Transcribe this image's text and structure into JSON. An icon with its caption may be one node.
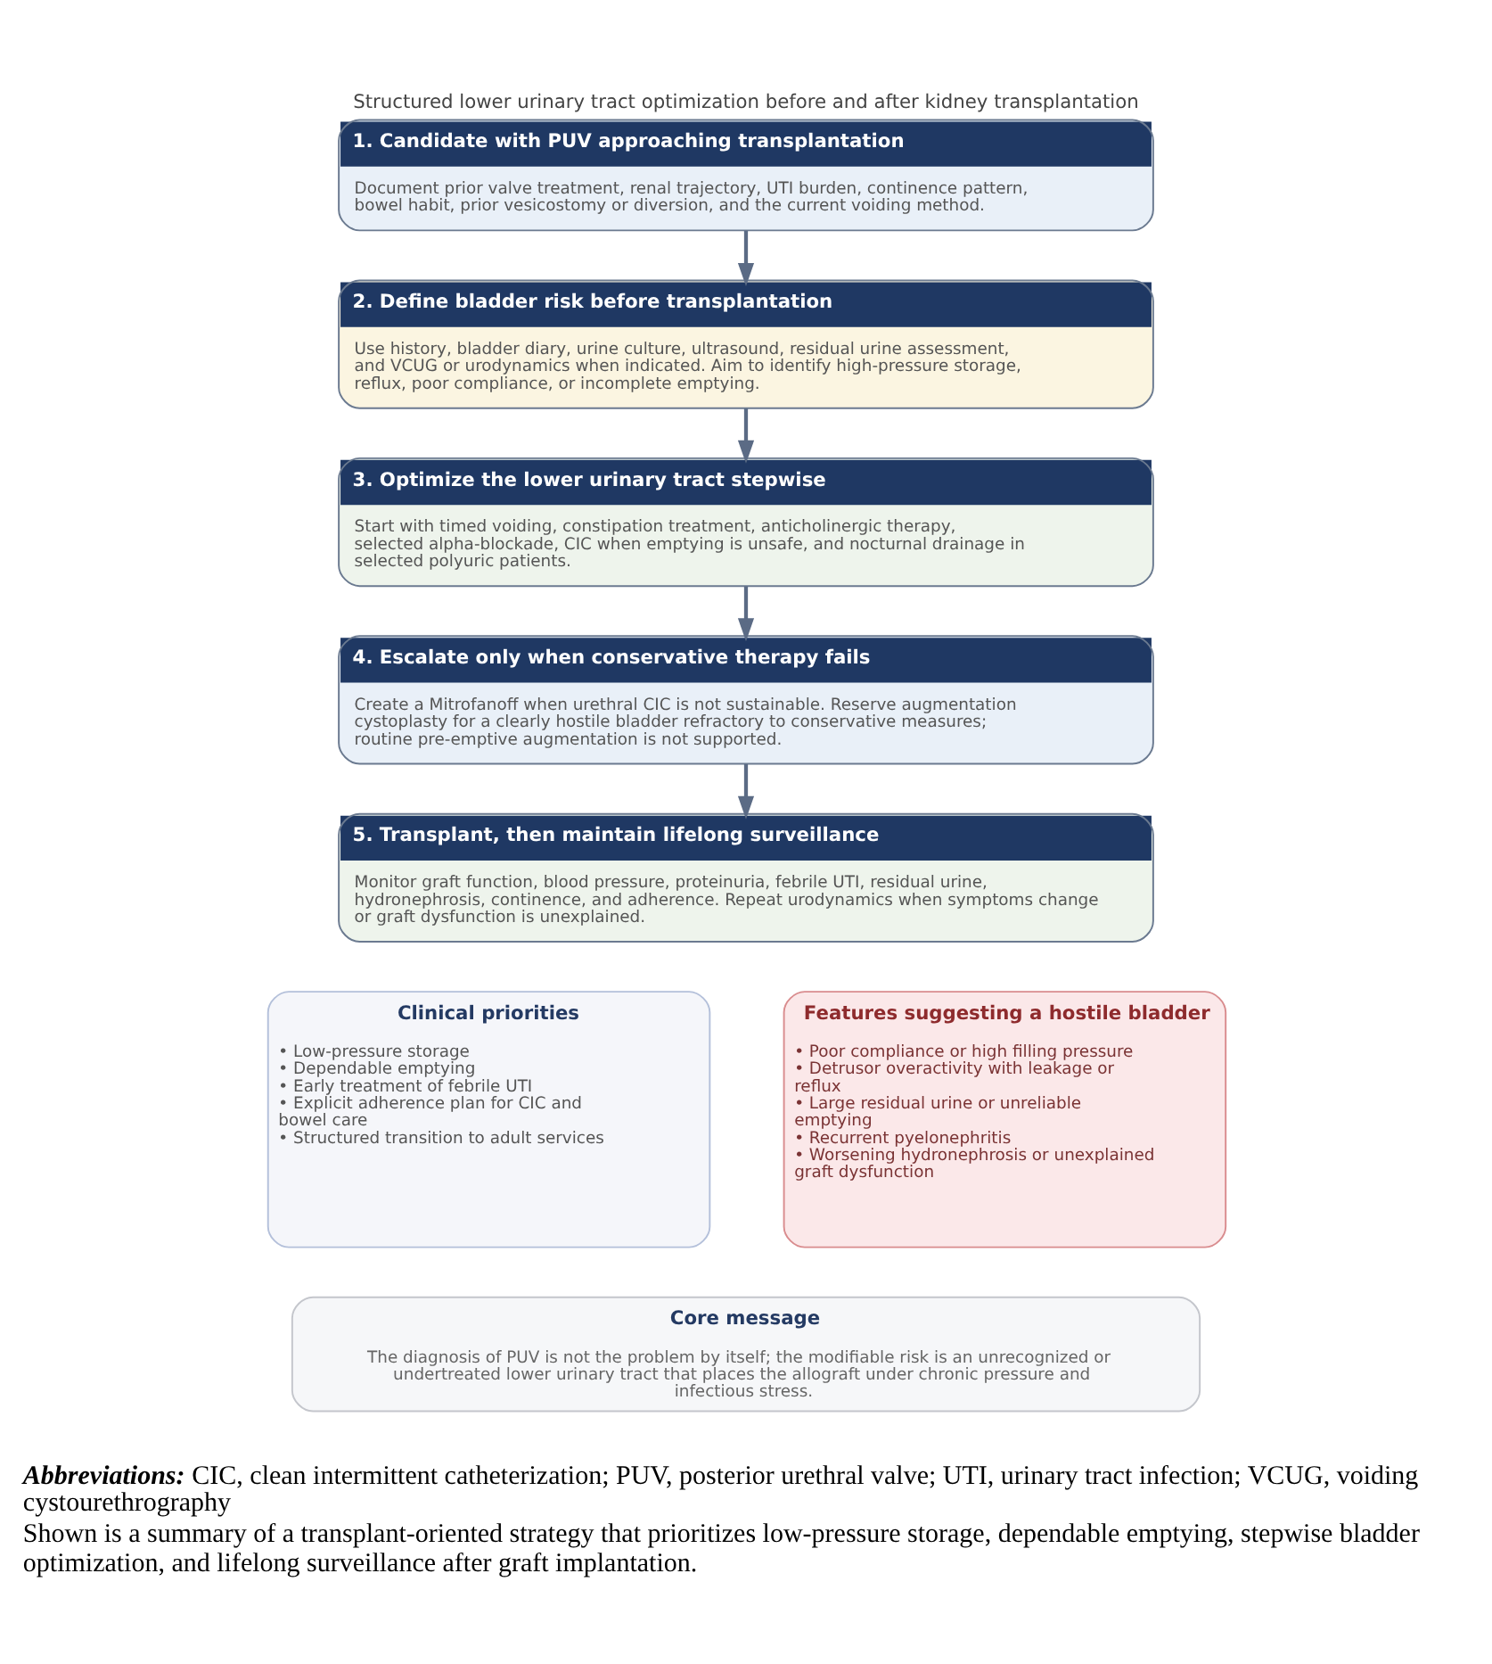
{
  "diagram": {
    "title": "Structured lower urinary tract optimization before and after kidney transplantation",
    "caption": "Shown is a summary of a transplant-oriented strategy that prioritizes low-pressure storage, dependable emptying, stepwise bladder optimization, and lifelong surveillance after graft implantation.",
    "nodes": [
      {
        "text": [
          "1. Candidate with PUV approaching transplantation",
          "Document prior valve treatment, renal trajectory, UTI burden, continence pattern, bowel habit, prior vesicostomy or diversion, and the current voiding method."
        ]
      },
      {
        "text": [
          "2. Define bladder risk before transplantation",
          "Use history, bladder diary, urine culture, ultrasound, residual urine assessment, and VCUG or urodynamics when indicated. Aim to identify high-pressure storage, reflux, poor compliance, or incomplete emptying."
        ]
      },
      {
        "text": [
          "3. Optimize the lower urinary tract stepwise",
          "Start with timed voiding, constipation treatment, anticholinergic therapy, selected alpha-blockade, CIC when emptying is unsafe, and nocturnal drainage in selected polyuric patients."
        ]
      },
      {
        "text": [
          "4. Escalate only when conservative therapy fails",
          "Create a Mitrofanoff when urethral CIC is not sustainable. Reserve augmentation cystoplasty for a clearly hostile bladder refractory to conservative measures; routine pre-emptive augmentation is not supported."
        ]
      },
      {
        "text": [
          "5. Transplant, then maintain lifelong surveillance",
          "Monitor graft function, blood pressure, proteinuria, febrile UTI, residual urine, hydronephrosis, continence, and adherence. Repeat urodynamics when symptoms change or graft dysfunction is unexplained."
        ]
      },
      {
        "text": [
          "Clinical priorities",
          "• Low-pressure storage",
          "• Dependable emptying",
          "• Early treatment of febrile UTI",
          "• Explicit adherence plan for CIC and bowel care",
          "• Structured transition to adult services"
        ]
      },
      {
        "text": [
          "Features suggesting a hostile bladder",
          "• Poor compliance or high filling pressure",
          "• Detrusor overactivity with leakage or reflux",
          "• Large residual urine or unreliable emptying",
          "• Recurrent pyelonephritis",
          "• Worsening hydronephrosis or unexplained graft dysfunction"
        ]
      },
      {
        "text": [
          "Core message",
          "The diagnosis of PUV is not the problem by itself; the modifiable risk is an unrecognized or undertreated lower urinary tract that places the allograft under chronic pressure and infectious stress."
        ]
      }
    ],
    "edges": [
      {
        "from": 0,
        "to": 1,
        "arrow": "to"
      },
      {
        "from": 1,
        "to": 2,
        "arrow": "to"
      },
      {
        "from": 2,
        "to": 3,
        "arrow": "to"
      },
      {
        "from": 3,
        "to": 4,
        "arrow": "to"
      }
    ],
    "labels": [
      "**Abbreviations:** CIC, clean intermittent catheterization; PUV, posterior urethral valve; UTI, urinary tract infection; VCUG, voiding cystourethrography"
    ]
  }
}
